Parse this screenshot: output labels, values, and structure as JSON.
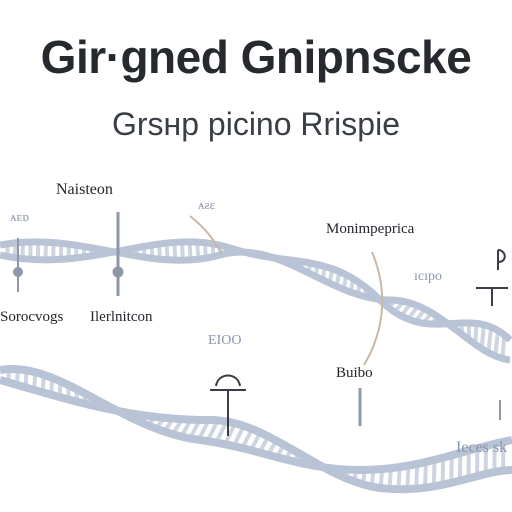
{
  "title": "Gir·gned Gnipnscke",
  "subtitle": "Grsнp picino Rrispie",
  "labels": {
    "top_left": "Naisteon",
    "small_left": "ᴀᴇɒ",
    "small_mid": "ᴀƨɛ",
    "top_right": "Monimpeprica",
    "small_right": "ıcıpo",
    "mid_left": "Sorocvogs",
    "mid_center": "Ilerlnitcon",
    "mid_small": "EIOO",
    "center_right": "Buibo",
    "bottom_right": "Ieces sk"
  },
  "colors": {
    "strand": "#b9c3d6",
    "rung": "#cdd5e3",
    "marker": "#3a3d44",
    "curve": "#c7b9a8"
  }
}
